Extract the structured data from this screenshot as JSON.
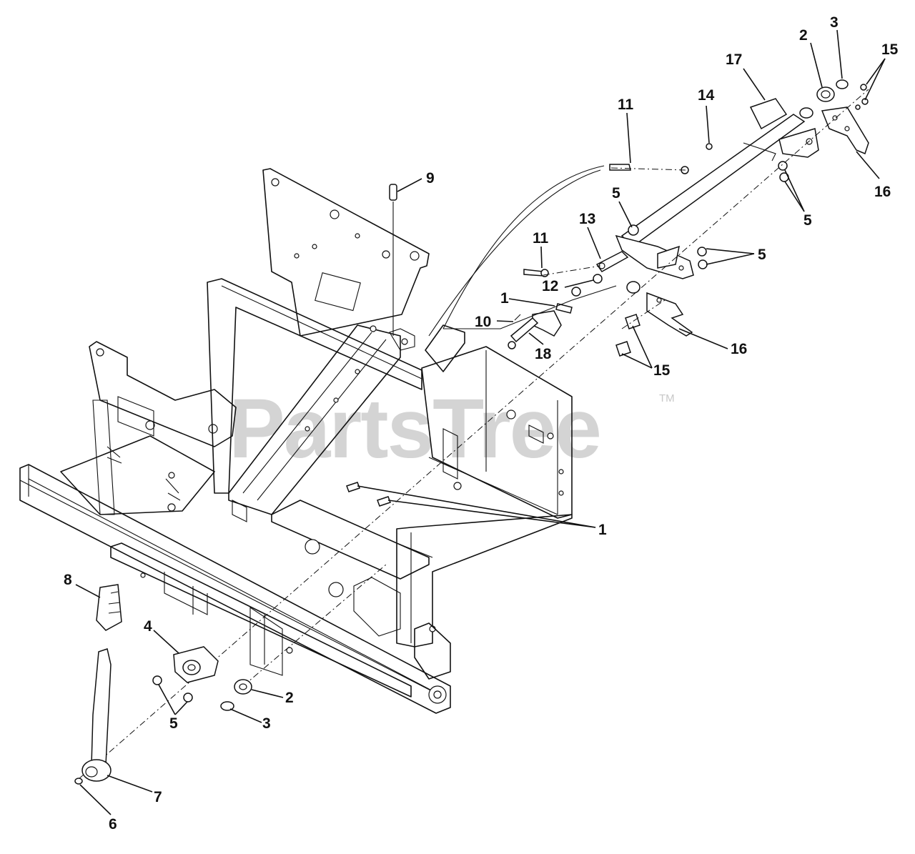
{
  "watermark": {
    "text": "PartsTree",
    "tm": "TM"
  },
  "callouts": {
    "c1a": "1",
    "c1b": "1",
    "c2a": "2",
    "c2b": "2",
    "c3a": "3",
    "c3b": "3",
    "c4": "4",
    "c5a": "5",
    "c5b": "5",
    "c5c": "5",
    "c5d": "5",
    "c6": "6",
    "c7": "7",
    "c8": "8",
    "c9": "9",
    "c10": "10",
    "c11a": "11",
    "c11b": "11",
    "c12": "12",
    "c13": "13",
    "c14": "14",
    "c15a": "15",
    "c15b": "15",
    "c16a": "16",
    "c16b": "16",
    "c17": "17",
    "c18": "18"
  }
}
